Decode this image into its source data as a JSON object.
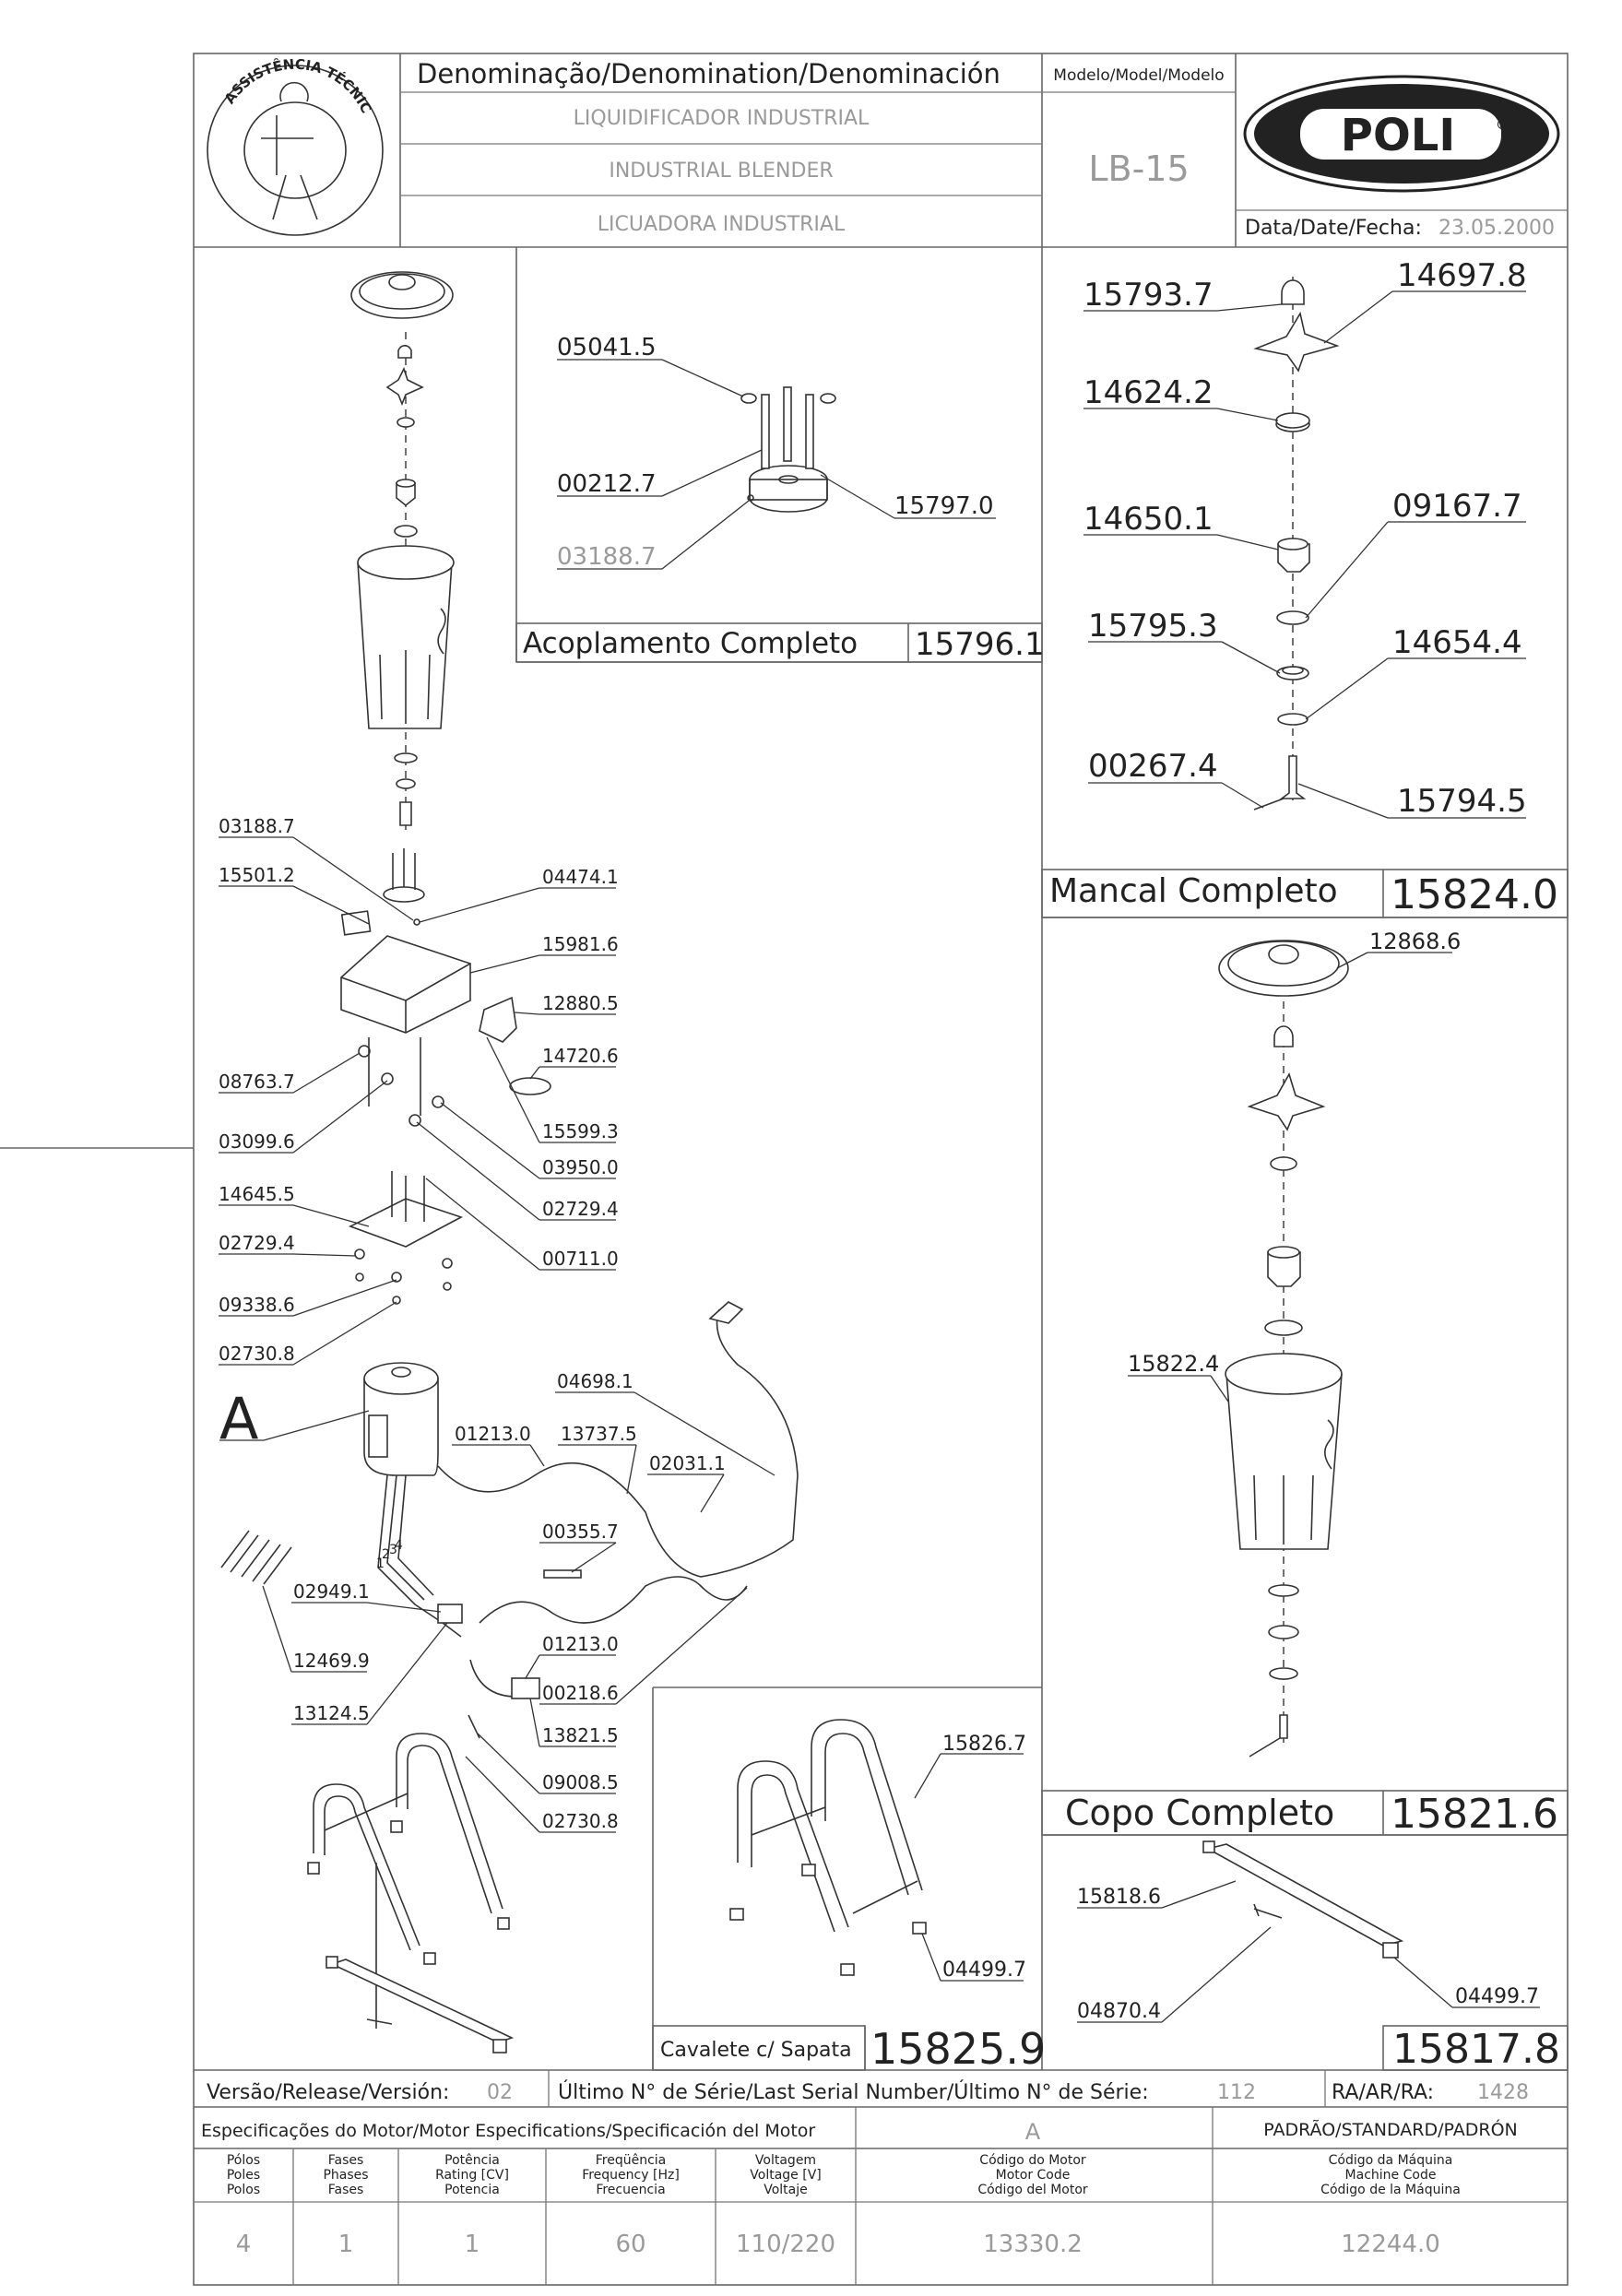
{
  "header": {
    "denomination_label": "Denominação/Denomination/Denominación",
    "names": [
      "LIQUIDIFICADOR INDUSTRIAL",
      "INDUSTRIAL BLENDER",
      "LICUADORA INDUSTRIAL"
    ],
    "model_label": "Modelo/Model/Modelo",
    "model_value": "LB-15",
    "brand": "POLI",
    "brand_mark": "®",
    "date_label": "Data/Date/Fecha:",
    "date_value": "23.05.2000",
    "seal_text": "ASSISTÊNCIA TÉCNICA AUTORIZADA"
  },
  "assemblies": {
    "acoplamento": {
      "title": "Acoplamento Completo",
      "code": "15796.1",
      "parts": [
        "05041.5",
        "00212.7",
        "03188.7",
        "15797.0"
      ]
    },
    "mancal": {
      "title": "Mancal Completo",
      "code": "15824.0",
      "parts": [
        "15793.7",
        "14697.8",
        "14624.2",
        "14650.1",
        "09167.7",
        "15795.3",
        "14654.4",
        "00267.4",
        "15794.5"
      ]
    },
    "copo": {
      "title": "Copo Completo",
      "code": "15821.6",
      "parts": [
        "12868.6",
        "15822.4"
      ]
    },
    "cavalete": {
      "title": "Cavalete c/ Sapata",
      "code": "15825.9",
      "parts": [
        "15826.7",
        "04499.7"
      ]
    },
    "travessa": {
      "code": "15817.8",
      "parts": [
        "15818.6",
        "04870.4",
        "04499.7"
      ]
    }
  },
  "main_labels": {
    "l1": "03188.7",
    "l2": "15501.2",
    "l3": "04474.1",
    "l4": "15981.6",
    "l5": "12880.5",
    "l6": "14720.6",
    "l7": "08763.7",
    "l8": "03099.6",
    "l9": "15599.3",
    "l10": "03950.0",
    "l11": "02729.4",
    "l12": "14645.5",
    "l13": "02729.4",
    "l14": "00711.0",
    "l15": "09338.6",
    "l16": "02730.8",
    "l17": "04698.1",
    "l18": "A",
    "l19": "01213.0",
    "l20": "13737.5",
    "l21": "02031.1",
    "l22": "00355.7",
    "l23": "02949.1",
    "l24": "12469.9",
    "l25": "01213.0",
    "l26": "00218.6",
    "l27": "13124.5",
    "l28": "13821.5",
    "l29": "09008.5",
    "l30": "02730.8",
    "wire_numbers": [
      "1",
      "2",
      "3",
      "4"
    ]
  },
  "footer": {
    "version_label": "Versão/Release/Versión:",
    "version_value": "02",
    "serial_label": "Último N° de Série/Last Serial Number/Último N° de Série:",
    "serial_value": "112",
    "ra_label": "RA/AR/RA:",
    "ra_value": "1428",
    "motor_spec_label": "Especificações do Motor/Motor Especifications/Specificación del Motor",
    "motor_ref": "A",
    "standard_label": "PADRÃO/STANDARD/PADRÓN",
    "columns": [
      {
        "header": [
          "Pólos",
          "Poles",
          "Polos"
        ],
        "value": "4"
      },
      {
        "header": [
          "Fases",
          "Phases",
          "Fases"
        ],
        "value": "1"
      },
      {
        "header": [
          "Potência",
          "Rating [CV]",
          "Potencia"
        ],
        "value": "1"
      },
      {
        "header": [
          "Freqüência",
          "Frequency [Hz]",
          "Frecuencia"
        ],
        "value": "60"
      },
      {
        "header": [
          "Voltagem",
          "Voltage [V]",
          "Voltaje"
        ],
        "value": "110/220"
      },
      {
        "header": [
          "Código do Motor",
          "Motor Code",
          "Código del Motor"
        ],
        "value": "13330.2"
      },
      {
        "header": [
          "Código da Máquina",
          "Machine Code",
          "Código de la Máquina"
        ],
        "value": "12244.0"
      }
    ]
  }
}
